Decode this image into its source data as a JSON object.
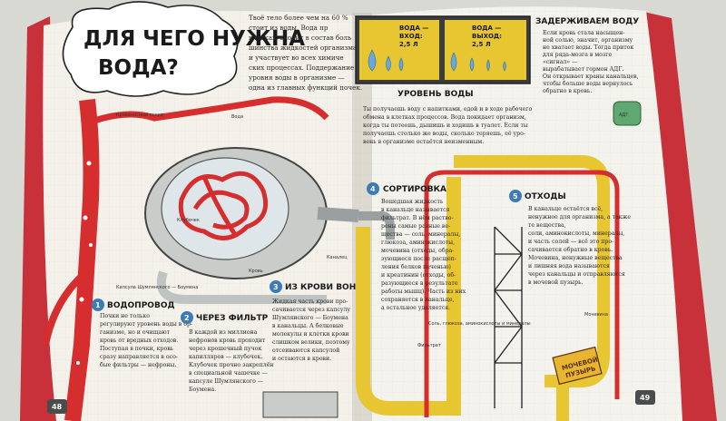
{
  "spread": {
    "left_page": {
      "title_line1": "ДЛЯ ЧЕГО НУЖНА",
      "title_line2": "ВОДА?",
      "intro": [
        "Твоё тело более чем на 60 %",
        "стоит из воды. Вода пр",
        "клетках, входит в состав боль",
        "шинства жидкостей организма",
        "и участвует во всех химиче",
        "ских процессах. Поддержание",
        "уровня воды в организме —",
        "одна из главных функций почек."
      ],
      "steps": [
        {
          "num": "1",
          "heading": "ВОДОПРОВОД",
          "text": [
            "Почки не только",
            "регулируют уровень воды в ор-",
            "ганизме, но и очищают",
            "кровь от вредных отходов.",
            "Поступая в почки, кровь",
            "сразу направляется в осо-",
            "бые фильтры — нефроны."
          ]
        },
        {
          "num": "2",
          "heading": "ЧЕРЕЗ ФИЛЬТР",
          "text": [
            "В каждой из миллиона",
            "нефронов кровь проходит",
            "через крошечный пучок",
            "капилляров — клубочек.",
            "Клубочек прочно закреплён",
            "в специальной чашечке —",
            "капсуле Шумлянского —",
            "Боумена."
          ]
        },
        {
          "num": "3",
          "heading": "ИЗ КРОВИ ВОН!",
          "text": [
            "Жидкая часть крови про-",
            "сачивается через капсулу",
            "Шумлянского — Боумена",
            "в канальцы. А белковые",
            "молекулы и клетки крови",
            "слишком велики, поэтому",
            "отсеиваются капсулой",
            "и остаются в крови."
          ]
        }
      ],
      "labels": [
        "Кровеносный сосуд",
        "Вода",
        "Клубочек",
        "Капсула Шумлянского — Боумена",
        "Кровь",
        "Каналец"
      ],
      "page_number": "48"
    },
    "right_page": {
      "water_cards": [
        {
          "line1": "ВОДА —",
          "line2": "ВХОД:",
          "value": "2,5 Л"
        },
        {
          "line1": "ВОДА —",
          "line2": "ВЫХОД:",
          "value": "2,5 Л"
        }
      ],
      "level_heading": "УРОВЕНЬ ВОДЫ",
      "level_text": [
        "Ты получаешь воду с напитками, едой и в ходе рабочего",
        "обмена в клетках процессов. Вода покидает организм,",
        "когда ты потеешь, дышишь и ходишь в туалет. Если ты",
        "получаешь столько же воды, сколько теряешь, её уро-",
        "вень в организме остаётся неизменным."
      ],
      "hold_heading": "ЗАДЕРЖИВАЕМ ВОДУ",
      "hold_text": [
        "Если кровь стала насыщен-",
        "ной солью, значит, организму",
        "не хватает воды. Тогда приток",
        "для ряда-мозга в мозге",
        "«сигнал» —",
        "вырабатывает гормон АДГ.",
        "Он открывает краны канальцев,",
        "чтобы больше воды вернулось",
        "обратно в кровь."
      ],
      "sort_num": "4",
      "sort_heading": "СОРТИРОВКА",
      "sort_text": [
        "Вошедшая жидкость",
        "в канальце называется",
        "фильтрат. В нём раство-",
        "рены самые разные ве-",
        "щества — соль, минералы,",
        "глюкоза, аминокислоты,",
        "мочевина (отходы, обра-",
        "зующиеся после расщеп-",
        "ления белков печенью)",
        "и креатинин (отходы, об-",
        "разующиеся в результате",
        "работы мышц). Часть из них",
        "сохраняется в канальце,",
        "а остальное удаляется."
      ],
      "waste_num": "5",
      "waste_heading": "ОТХОДЫ",
      "waste_text": [
        "В канальце остаётся всё,",
        "ненужное для организма, а также",
        "те вещества,",
        "соли, аминокислоты, минералы,",
        "и часть солей — всё это про-",
        "сачивается обратно в кровь.",
        "Мочевина, ненужные вещества",
        "и лишняя вода называются",
        "через канальцы и отправляются",
        "в мочевой пузырь."
      ],
      "labels": [
        "Соль, глюкоза, аминокислоты и минералы",
        "Фильтрат",
        "Мочевина",
        "АДГ"
      ],
      "sign": [
        "МОЧЕВОЙ",
        "ПУЗЫРЬ"
      ],
      "page_number": "49"
    }
  },
  "palette": {
    "page": "#f3f1ea",
    "red": "#d62e2e",
    "yellow": "#e8c632",
    "grey": "#c9ccc8",
    "board": "#3a3d3b",
    "cover": "#c9313a"
  }
}
